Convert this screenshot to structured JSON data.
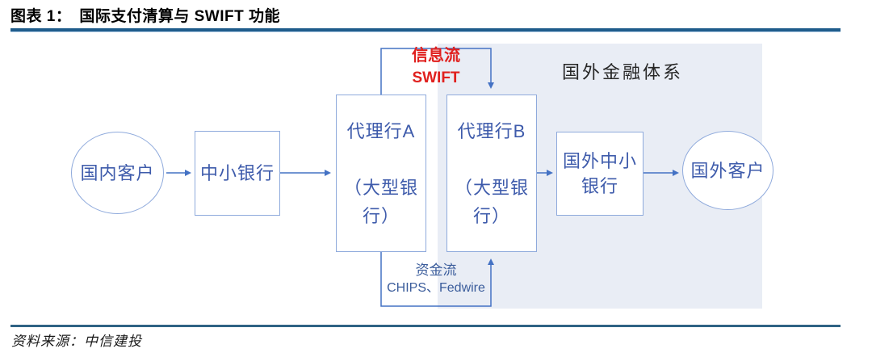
{
  "header": {
    "figure_label": "图表 1：",
    "title": "国际支付清算与 SWIFT 功能"
  },
  "diagram": {
    "region_label": "国外金融体系",
    "info_flow": {
      "line1": "信息流",
      "line2": "SWIFT"
    },
    "funds_flow": {
      "line1": "资金流",
      "line2": "CHIPS、Fedwire"
    },
    "nodes": {
      "domestic_customer": "国内客户",
      "small_bank": "中小银行",
      "agent_bank_a": "代理行A\n\n（大型银行）",
      "agent_bank_b": "代理行B\n\n（大型银行）",
      "foreign_small_bank": "国外中小银行",
      "foreign_customer": "国外客户"
    },
    "colors": {
      "region_bg": "#E9EDF5",
      "node_border": "#8FAADC",
      "node_text": "#3E5BAB",
      "arrow": "#4472C4",
      "info_flow_red": "#E0201E",
      "funds_flow_blue": "#3A5C9B",
      "rule_dark": "#1F5C8B",
      "rule_light": "#BDD7EE"
    }
  },
  "footer": {
    "source": "资料来源：中信建投"
  }
}
